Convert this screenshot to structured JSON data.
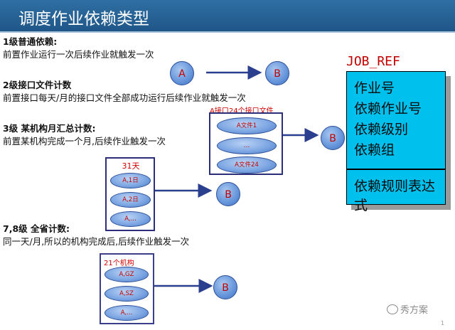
{
  "title": "调度作业依赖类型",
  "sections": [
    {
      "heading": "1级普通依赖:",
      "desc": "前置作业运行一次后续作业就触发一次"
    },
    {
      "heading": "2级接口文件计数",
      "desc": "前置接口每天/月的接口文件全部成功运行后续作业就触发一次"
    },
    {
      "heading": "3级 某机构月汇总计数:",
      "desc": "前置某机构完成一个月,后续作业触发一次"
    },
    {
      "heading": "7,8级 全省计数:",
      "desc": "同一天/月,所以的机构完成后,后续作业触发一次"
    }
  ],
  "nodes": {
    "a": "A",
    "b": "B"
  },
  "box2": {
    "label": "A接口24个接口文件",
    "items": [
      "A文件1",
      "…",
      "A文件24"
    ]
  },
  "box3": {
    "label": "31天",
    "items": [
      "A,1日",
      "A,2日",
      "A,..."
    ]
  },
  "box4": {
    "label": "21个机构",
    "items": [
      "A,GZ",
      "A,SZ",
      "A,..."
    ]
  },
  "job_ref": {
    "title": "JOB_REF",
    "fields": [
      "作业号",
      "依赖作业号",
      "依赖级别",
      "依赖组"
    ],
    "footer": "依赖规则表达式"
  },
  "watermark": "秀方案",
  "page_number": "1"
}
